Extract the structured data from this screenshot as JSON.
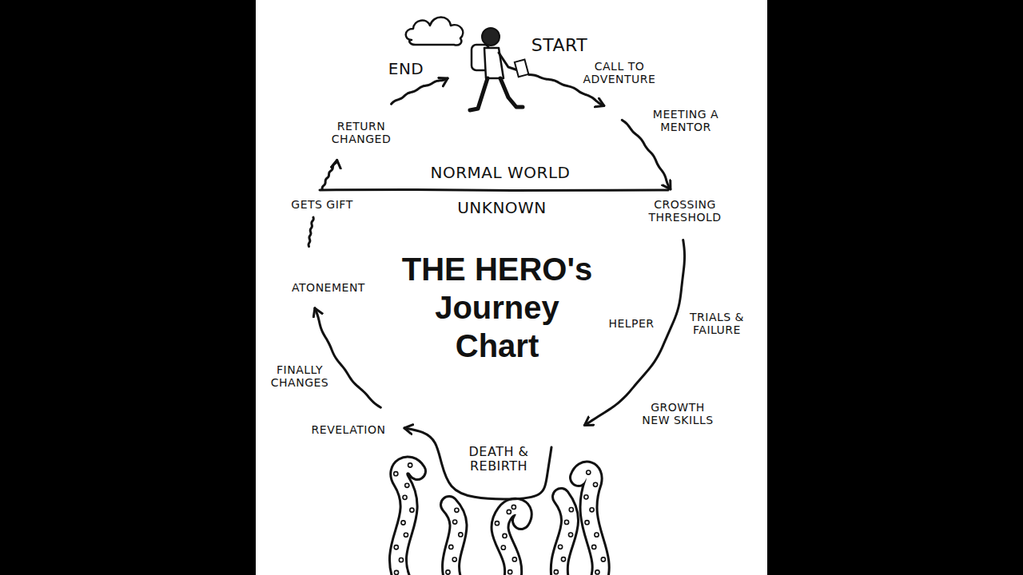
{
  "diagram": {
    "title": "THE HERO's Journey Chart",
    "labels": [
      "START",
      "END",
      "CALL TO ADVENTURE",
      "MEETING A MENTOR",
      "CROSSING THRESHOLD",
      "NORMAL WORLD",
      "UNKNOWN",
      "GETS GIFT",
      "RETURN CHANGED",
      "ATONEMENT",
      "FINALLY CHANGES",
      "REVELATION",
      "DEATH & REBIRTH",
      "GROWTH NEW SKILLS",
      "TRIALS & FAILURE",
      "HELPER"
    ]
  }
}
